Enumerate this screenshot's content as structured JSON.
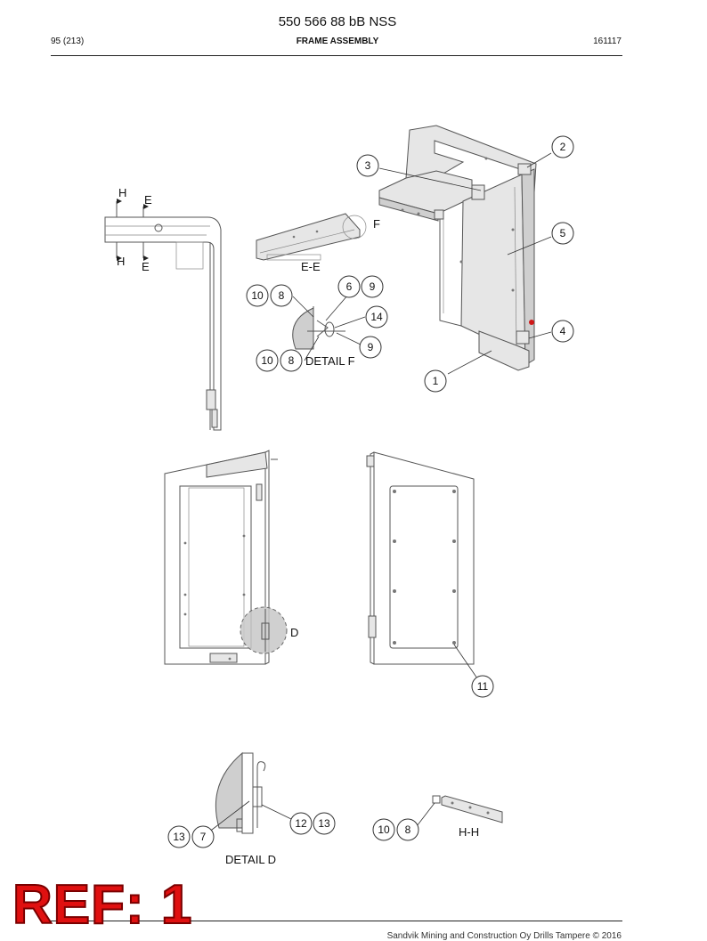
{
  "header": {
    "doc_number": "550 566 88 bB NSS",
    "page": "95 (213)",
    "section_title": "FRAME ASSEMBLY",
    "date_code": "161117"
  },
  "callouts": {
    "c1": "1",
    "c2": "2",
    "c3": "3",
    "c4": "4",
    "c5": "5",
    "c6": "6",
    "c7": "7",
    "c8a": "8",
    "c8b": "8",
    "c8c": "8",
    "c9a": "9",
    "c9b": "9",
    "c10a": "10",
    "c10b": "10",
    "c10c": "10",
    "c11": "11",
    "c12": "12",
    "c13a": "13",
    "c13b": "13",
    "c14": "14"
  },
  "section_labels": {
    "h_top": "H",
    "h_bottom": "H",
    "e_top": "E",
    "e_bottom": "E",
    "f_marker": "F",
    "d_marker": "D"
  },
  "view_labels": {
    "ee": "E-E",
    "detail_f": "DETAIL F",
    "detail_d": "DETAIL D",
    "hh": "H-H"
  },
  "stamp": {
    "text": "REF: 1",
    "color": "#e01010"
  },
  "footer": {
    "copyright": "Sandvik Mining and Construction Oy Drills Tampere © 2016"
  }
}
